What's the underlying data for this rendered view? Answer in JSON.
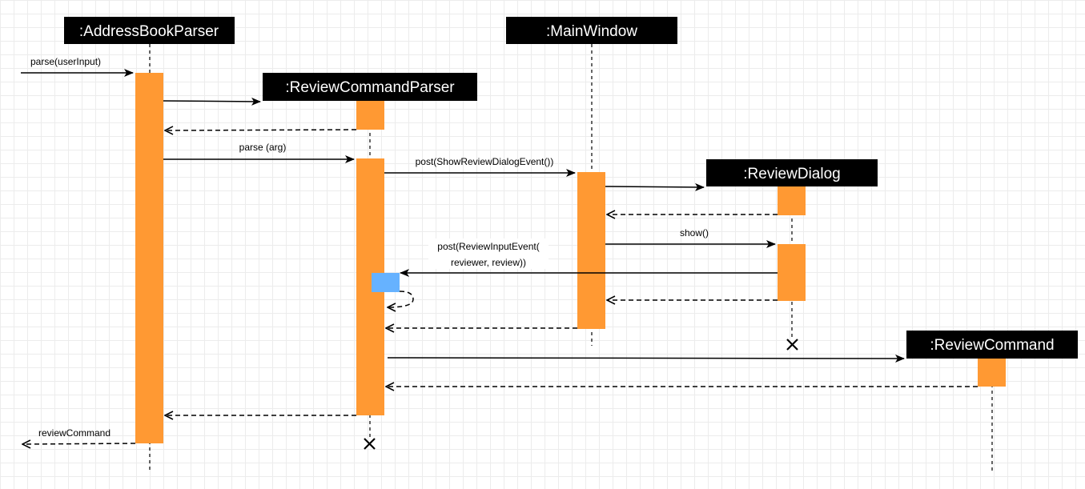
{
  "participants": {
    "address_book_parser": ":AddressBookParser",
    "review_command_parser": ":ReviewCommandParser",
    "main_window": ":MainWindow",
    "review_dialog": ":ReviewDialog",
    "review_command": ":ReviewCommand"
  },
  "messages": {
    "parse_user_input": "parse(userInput)",
    "parse_arg": "parse (arg)",
    "post_show_review_dialog": "post(ShowReviewDialogEvent())",
    "show": "show()",
    "post_review_input_line1": "post(ReviewInputEvent(",
    "post_review_input_line2": "reviewer, review))",
    "review_command_return": "reviewCommand"
  },
  "colors": {
    "activation": "#ff9933",
    "activation_highlight": "#66b2ff",
    "header_bg": "#000000",
    "header_text": "#ffffff"
  }
}
